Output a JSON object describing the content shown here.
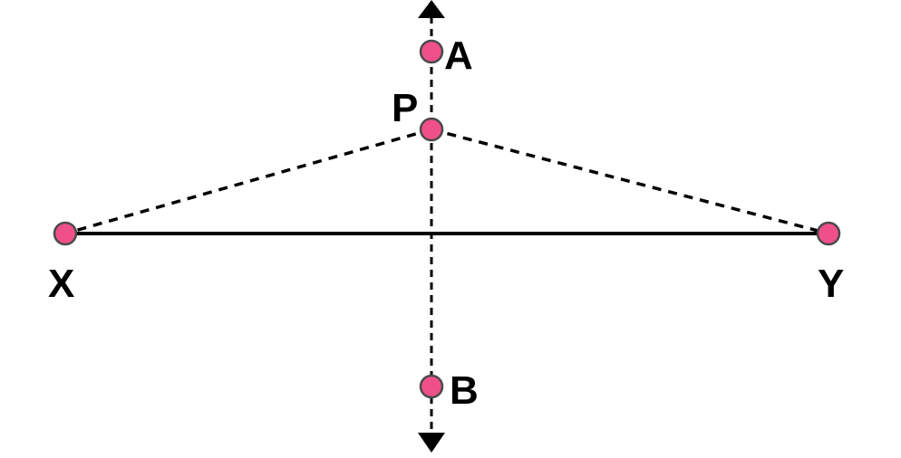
{
  "points": {
    "A": {
      "label": "A"
    },
    "P": {
      "label": "P"
    },
    "X": {
      "label": "X"
    },
    "Y": {
      "label": "Y"
    },
    "B": {
      "label": "B"
    }
  },
  "colors": {
    "point_fill": "#f0508a",
    "point_stroke": "#4a4a4a",
    "line": "#000000"
  }
}
